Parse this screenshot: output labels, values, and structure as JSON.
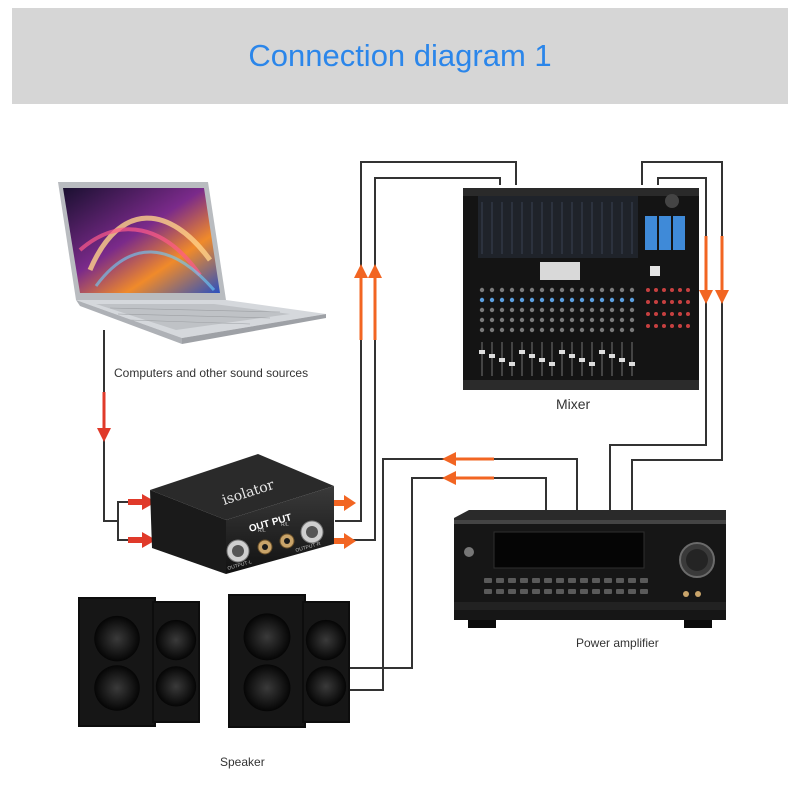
{
  "header": {
    "title": "Connection diagram 1"
  },
  "labels": {
    "sources": "Computers and other sound sources",
    "mixer": "Mixer",
    "amplifier": "Power amplifier",
    "speaker": "Speaker"
  },
  "isolator": {
    "brand": "isolator",
    "output_label": "OUT PUT",
    "jack_left_1": "R/L",
    "jack_left_2": "R/L",
    "xlr_left": "OUTPUT·L",
    "xlr_right": "OUTPUT·R"
  },
  "colors": {
    "title": "#2b86ea",
    "header_bg": "#d6d6d6",
    "arrow": "#f26522",
    "wire": "#333333"
  }
}
